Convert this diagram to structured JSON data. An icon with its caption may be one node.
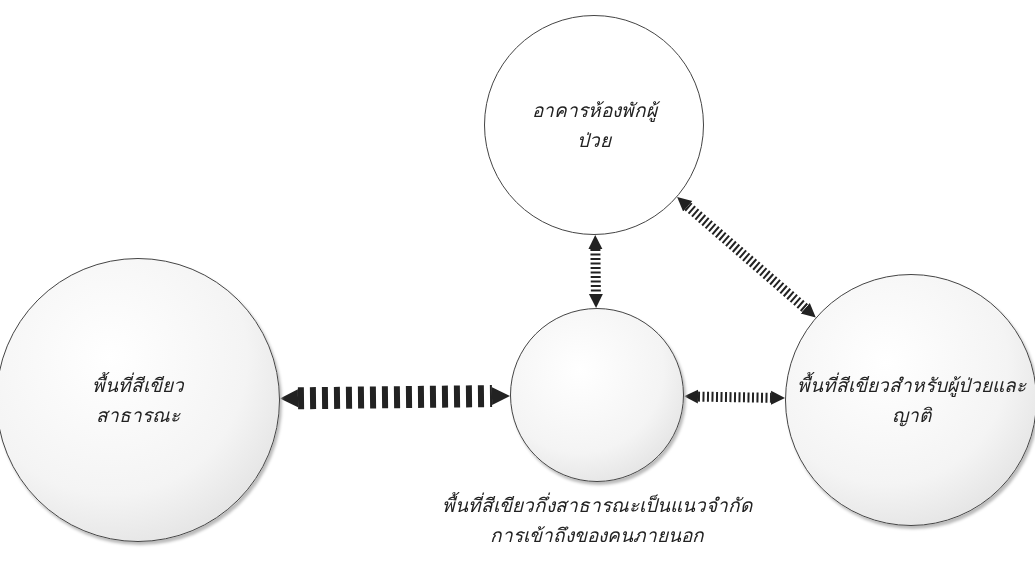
{
  "diagram": {
    "nodes": [
      {
        "text": [
          "อาคารห้องพักผู้ป่วย"
        ]
      },
      {
        "text": [
          "พื้นที่สีเขียวสาธารณะ"
        ]
      },
      {
        "text": [
          "พื้นที่สีเขียวกึ่งสาธารณะเป็นแนวจำกัดการเข้าถึงของคนภายนอก"
        ]
      },
      {
        "text": [
          "พื้นที่สีเขียวสำหรับผู้ป่วยและญาติ"
        ]
      }
    ],
    "edges": [
      {
        "from": 0,
        "to": 2,
        "arrow": "both",
        "style": "dashed"
      },
      {
        "from": 0,
        "to": 3,
        "arrow": "both",
        "style": "dashed"
      },
      {
        "from": 1,
        "to": 2,
        "arrow": "both",
        "style": "dashed"
      },
      {
        "from": 2,
        "to": 3,
        "arrow": "both",
        "style": "dashed"
      }
    ]
  }
}
